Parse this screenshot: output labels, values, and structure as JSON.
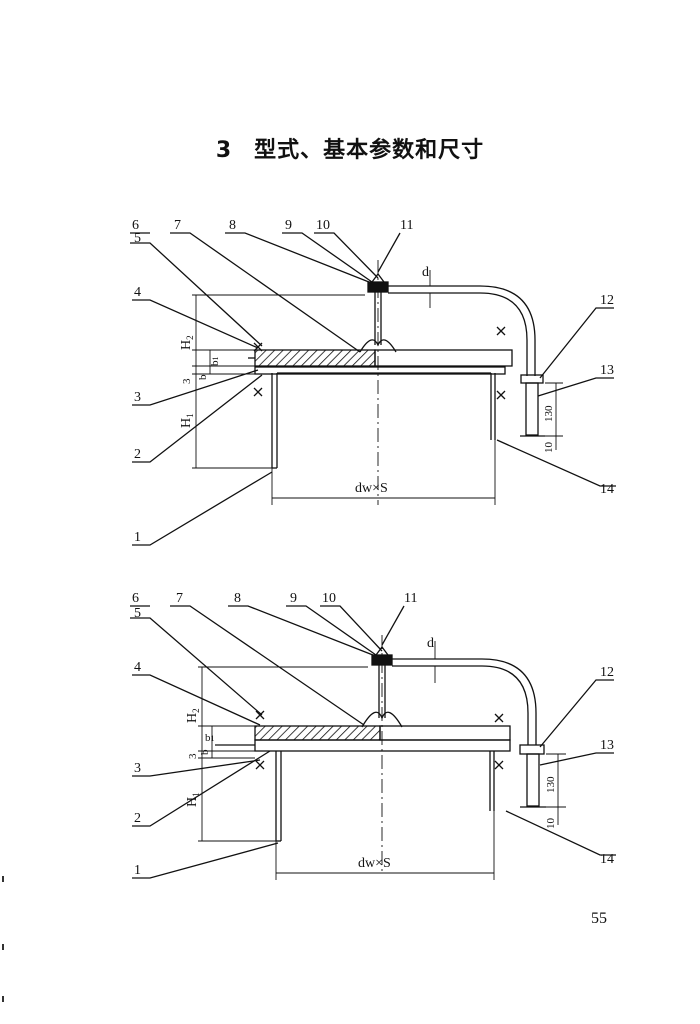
{
  "heading": {
    "number": "3",
    "text": "型式、基本参数和尺寸"
  },
  "labels": {
    "callouts": [
      "1",
      "2",
      "3",
      "4",
      "5",
      "6",
      "7",
      "8",
      "9",
      "10",
      "11",
      "12",
      "13",
      "14"
    ],
    "H1": "H",
    "H1_sub": "1",
    "H2": "H",
    "H2_sub": "2",
    "b": "b",
    "b1": "b",
    "b1_sub": "1",
    "three": "3",
    "d": "d",
    "dim_130": "130",
    "dim_10": "10",
    "base_dim": "dw×S"
  },
  "page_number": "55"
}
